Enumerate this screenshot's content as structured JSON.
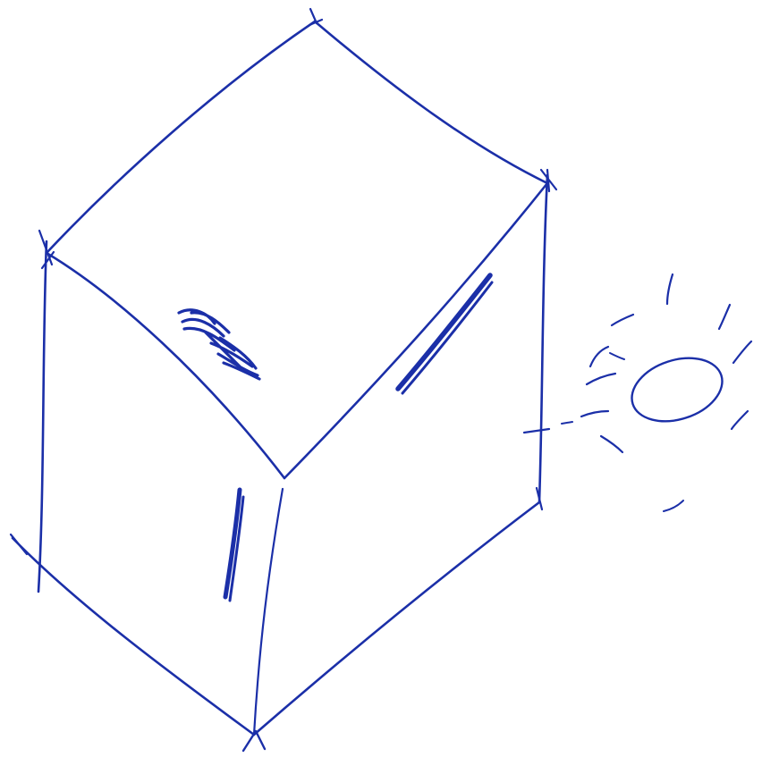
{
  "drawing": {
    "ink_color": "#1b2fa8",
    "paper_color": "#ffffff",
    "subject": "cube",
    "light_source": "sun",
    "face_shading_marks": 3
  }
}
